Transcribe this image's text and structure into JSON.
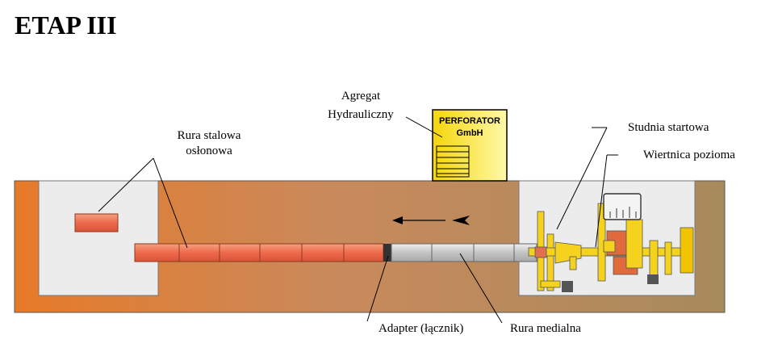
{
  "title": "ETAP III",
  "labels": {
    "casing_pipe_line1": "Rura stalowa",
    "casing_pipe_line2": "osłonowa",
    "aggregate_line1": "Agregat",
    "aggregate_line2": "Hydrauliczny",
    "start_pit": "Studnia startowa",
    "drilling_rig": "Wiertnica pozioma",
    "adapter": "Adapter (łącznik)",
    "medial_pipe": "Rura medialna"
  },
  "unit_brand": {
    "line1": "PERFORATOR",
    "line2": "GmbH"
  },
  "colors": {
    "soil_left": "#e87a2a",
    "soil_right": "#a88a5a",
    "casing_pipe": "#f07050",
    "medial_pipe": "#c8c8c8",
    "machine": "#f5d21e",
    "pit": "#ececec"
  }
}
